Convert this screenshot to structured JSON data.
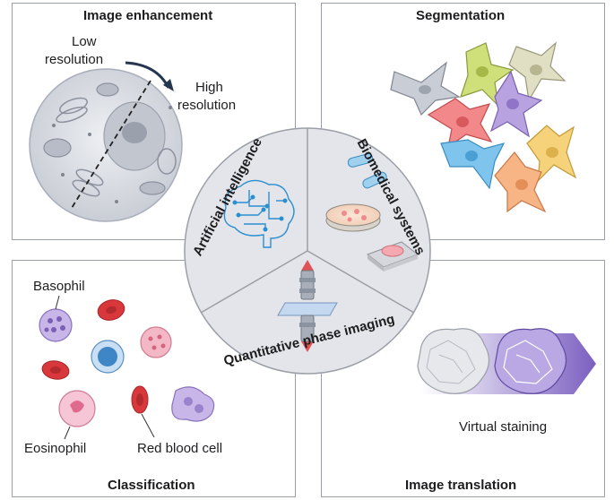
{
  "center": {
    "labels": {
      "ai": "Artificial intelligence",
      "biomedical": "Biomedical systems",
      "qpi": "Quantitative phase imaging"
    }
  },
  "panels": {
    "image_enhancement": {
      "title": "Image enhancement",
      "low_line1": "Low",
      "low_line2": "resolution",
      "high_line1": "High",
      "high_line2": "resolution"
    },
    "segmentation": {
      "title": "Segmentation"
    },
    "classification": {
      "title": "Classification",
      "basophil": "Basophil",
      "eosinophil": "Eosinophil",
      "rbc": "Red blood cell"
    },
    "image_translation": {
      "title": "Image translation",
      "virtual_staining": "Virtual staining"
    }
  },
  "colors": {
    "border": "#9a9fa8",
    "center_fill": "#e4e5ea",
    "rbc": "#d8383c",
    "laser": "#e03a3a",
    "circuit": "#2a8fd0",
    "stain": "#7b5fc0"
  }
}
